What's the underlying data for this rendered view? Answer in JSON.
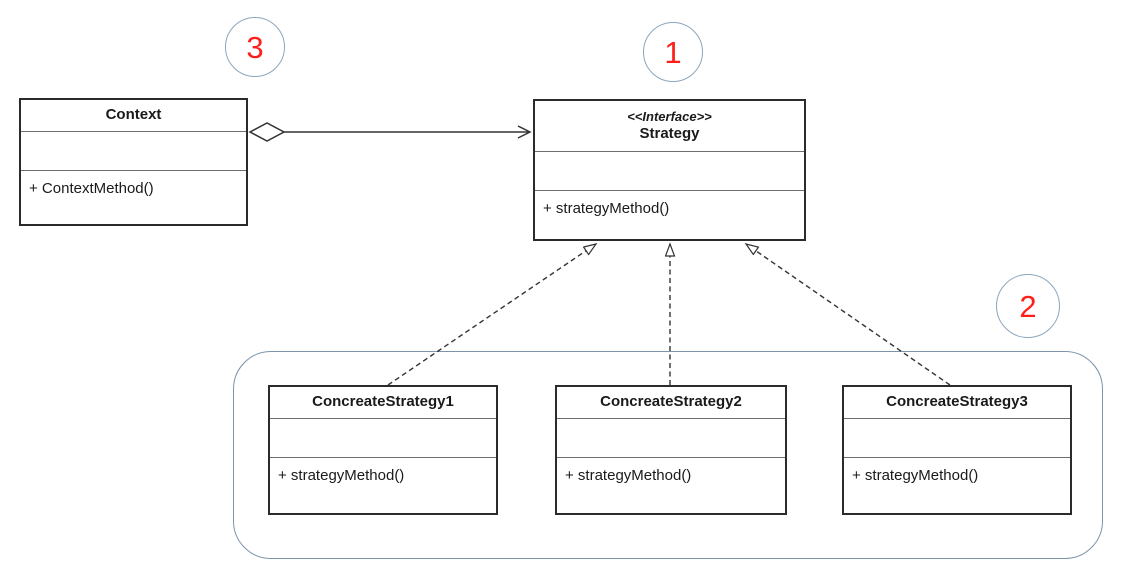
{
  "classes": {
    "context": {
      "name": "Context",
      "attributes": "",
      "method": "+ ContextMethod()"
    },
    "strategy": {
      "stereotype": "<<Interface>>",
      "name": "Strategy",
      "attributes": "",
      "method": "+ strategyMethod()"
    },
    "concrete1": {
      "name": "ConcreateStrategy1",
      "attributes": "",
      "method": "+ strategyMethod()"
    },
    "concrete2": {
      "name": "ConcreateStrategy2",
      "attributes": "",
      "method": "+ strategyMethod()"
    },
    "concrete3": {
      "name": "ConcreateStrategy3",
      "attributes": "",
      "method": "+ strategyMethod()"
    }
  },
  "markers": {
    "strategy_interface": {
      "label": "1"
    },
    "concrete_group": {
      "label": "2"
    },
    "context": {
      "label": "3"
    }
  },
  "relations": {
    "aggregation": {
      "from": "Context",
      "to": "Strategy",
      "type": "aggregation"
    },
    "realizations": [
      {
        "from": "ConcreateStrategy1",
        "to": "Strategy",
        "type": "realization"
      },
      {
        "from": "ConcreateStrategy2",
        "to": "Strategy",
        "type": "realization"
      },
      {
        "from": "ConcreateStrategy3",
        "to": "Strategy",
        "type": "realization"
      }
    ]
  },
  "colors": {
    "class_border": "#2b2b2b",
    "section_divider": "#6e6e6e",
    "group_border": "#7d93ac",
    "marker_border": "#8da6bd",
    "marker_number": "#ff1f1a",
    "connector": "#333333"
  }
}
